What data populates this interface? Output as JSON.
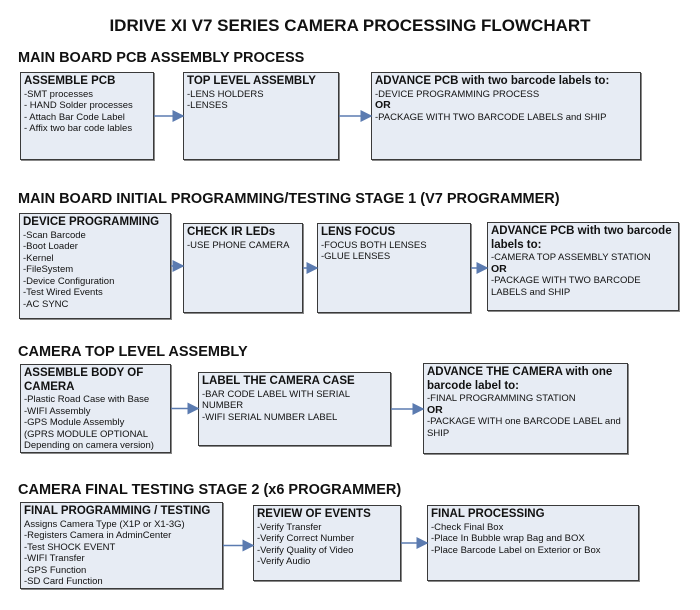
{
  "title": "IDRIVE XI V7 SERIES CAMERA PROCESSING FLOWCHART",
  "colors": {
    "box_fill": "#e7ecf4",
    "border": "#3a3a3a",
    "connector": "#5b7bb0"
  },
  "sections": [
    {
      "heading": "MAIN BOARD PCB ASSEMBLY PROCESS",
      "boxes": [
        {
          "title": "ASSEMBLE PCB",
          "lines": [
            " -SMT processes",
            "- HAND Solder processes",
            "- Attach Bar Code Label",
            "- Affix two bar code lables"
          ]
        },
        {
          "title": "TOP LEVEL ASSEMBLY",
          "lines": [
            "-LENS HOLDERS",
            "-LENSES"
          ]
        },
        {
          "title": "ADVANCE PCB with two barcode labels to:",
          "lines": [
            "-DEVICE PROGRAMMING PROCESS",
            "OR",
            "-PACKAGE WITH TWO BARCODE LABELS and SHIP"
          ]
        }
      ]
    },
    {
      "heading": "MAIN BOARD INITIAL PROGRAMMING/TESTING STAGE 1 (V7 PROGRAMMER)",
      "boxes": [
        {
          "title": "DEVICE PROGRAMMING",
          "lines": [
            "-Scan Barcode",
            "-Boot Loader",
            "-Kernel",
            "-FileSystem",
            "-Device Configuration",
            "-Test Wired Events",
            "-AC SYNC"
          ]
        },
        {
          "title": "CHECK IR LEDs",
          "lines": [
            "-USE PHONE CAMERA"
          ]
        },
        {
          "title": "LENS FOCUS",
          "lines": [
            "-FOCUS BOTH LENSES",
            "-GLUE LENSES"
          ]
        },
        {
          "title": "ADVANCE PCB with two barcode labels to:",
          "lines": [
            "-CAMERA TOP ASSEMBLY STATION",
            "OR",
            "-PACKAGE WITH TWO BARCODE LABELS and SHIP"
          ]
        }
      ]
    },
    {
      "heading": "CAMERA TOP LEVEL ASSEMBLY",
      "boxes": [
        {
          "title": "ASSEMBLE BODY OF CAMERA",
          "lines": [
            "-Plastic Road Case with Base",
            "-WIFI Assembly",
            "-GPS Module Assembly",
            "(GPRS MODULE OPTIONAL Depending on camera version)"
          ]
        },
        {
          "title": "LABEL THE CAMERA CASE",
          "lines": [
            "-BAR CODE LABEL WITH SERIAL NUMBER",
            "-WIFI SERIAL NUMBER LABEL"
          ]
        },
        {
          "title": "ADVANCE THE CAMERA with one barcode label to:",
          "lines": [
            "-FINAL PROGRAMMING STATION",
            " OR",
            "-PACKAGE WITH one BARCODE LABEL and SHIP"
          ]
        }
      ]
    },
    {
      "heading": "CAMERA FINAL TESTING STAGE 2 (x6 PROGRAMMER)",
      "boxes": [
        {
          "title": "FINAL PROGRAMMING / TESTING",
          "lines": [
            "Assigns Camera Type (X1P or X1-3G)",
            "-Registers Camera in AdminCenter",
            "-Test SHOCK EVENT",
            "-WIFI Transfer",
            "-GPS Function",
            "-SD Card Function"
          ]
        },
        {
          "title": "REVIEW OF EVENTS",
          "lines": [
            "-Verify Transfer",
            "-Verify Correct Number",
            "-Verify Quality of Video",
            "-Verify Audio"
          ]
        },
        {
          "title": "FINAL PROCESSING",
          "lines": [
            " -Check Final Box",
            "-Place In Bubble wrap Bag and BOX",
            "-Place Barcode Label on Exterior or Box"
          ]
        }
      ]
    }
  ]
}
